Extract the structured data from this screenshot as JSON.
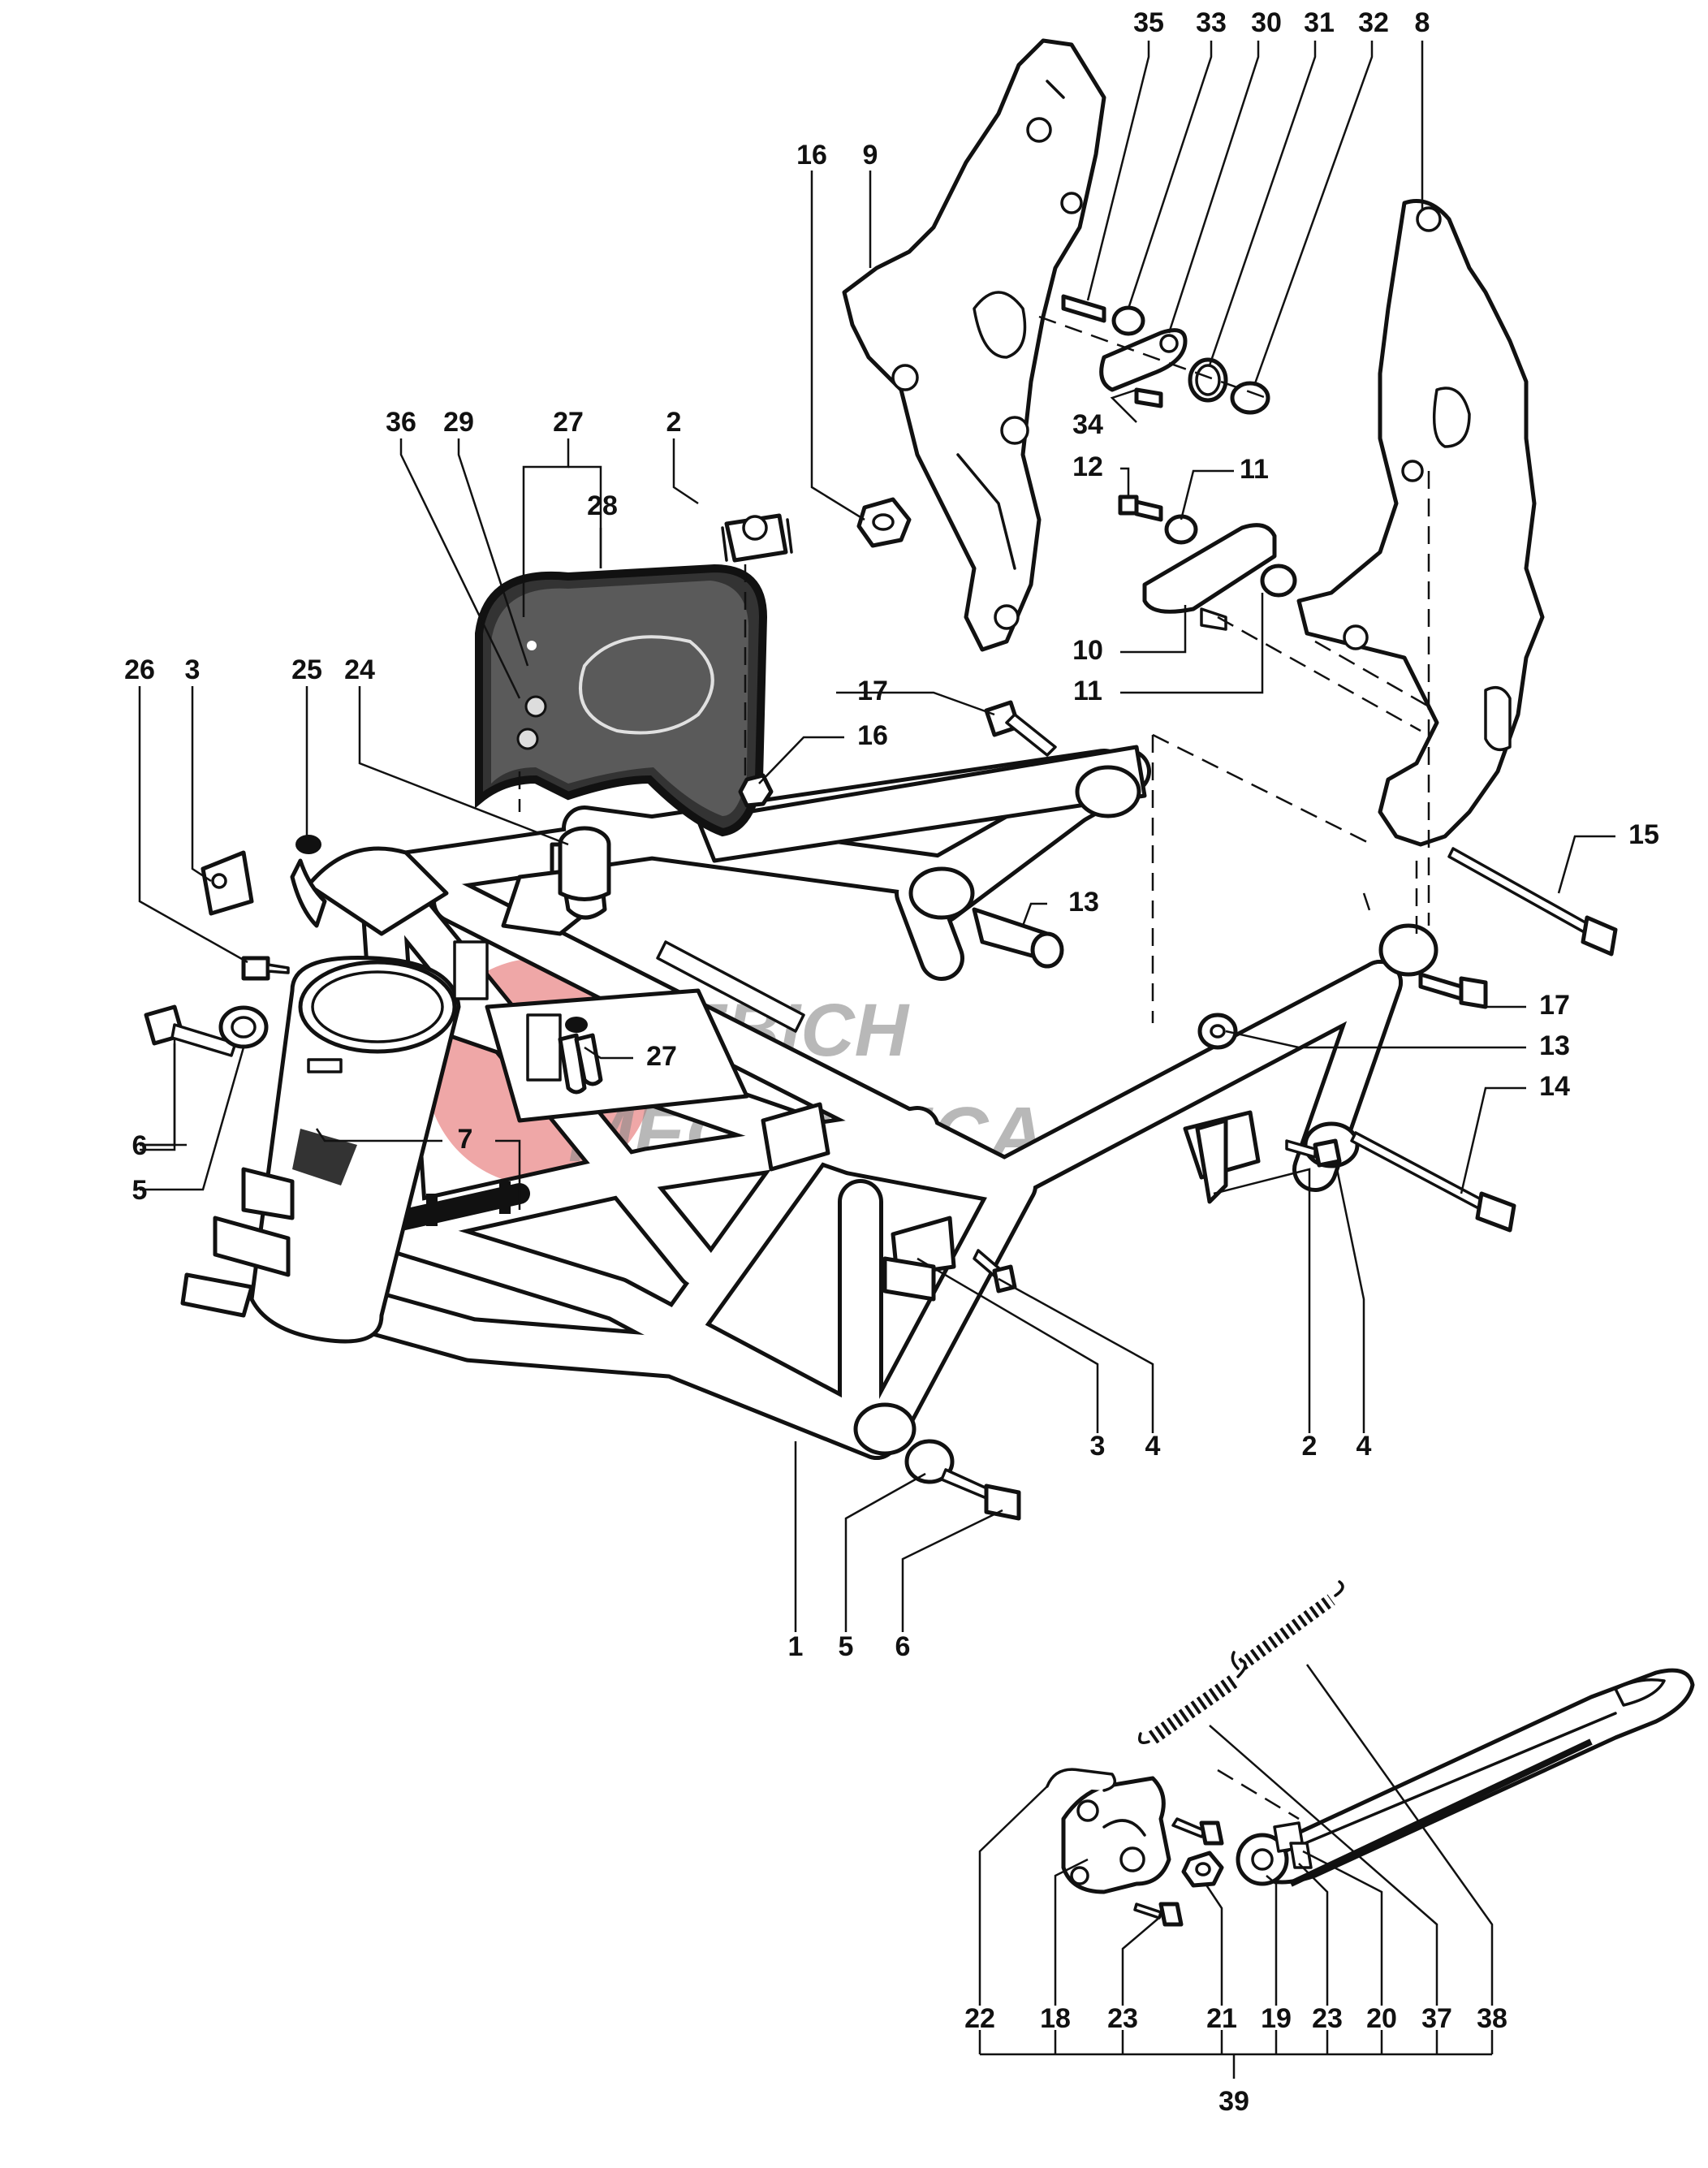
{
  "diagram": {
    "watermark": {
      "line1": "KREBICH",
      "line2": "MECCANICA",
      "disc_color": "#e98a8a"
    },
    "callouts": [
      {
        "id": "c35",
        "text": "35"
      },
      {
        "id": "c33",
        "text": "33"
      },
      {
        "id": "c30",
        "text": "30"
      },
      {
        "id": "c31",
        "text": "31"
      },
      {
        "id": "c32",
        "text": "32"
      },
      {
        "id": "c8",
        "text": "8"
      },
      {
        "id": "c16a",
        "text": "16"
      },
      {
        "id": "c9",
        "text": "9"
      },
      {
        "id": "c34",
        "text": "34"
      },
      {
        "id": "c12",
        "text": "12"
      },
      {
        "id": "c11a",
        "text": "11"
      },
      {
        "id": "c10",
        "text": "10"
      },
      {
        "id": "c11b",
        "text": "11"
      },
      {
        "id": "c36",
        "text": "36"
      },
      {
        "id": "c29",
        "text": "29"
      },
      {
        "id": "c27a",
        "text": "27"
      },
      {
        "id": "c28",
        "text": "28"
      },
      {
        "id": "c2a",
        "text": "2"
      },
      {
        "id": "c17a",
        "text": "17"
      },
      {
        "id": "c16b",
        "text": "16"
      },
      {
        "id": "c26",
        "text": "26"
      },
      {
        "id": "c3a",
        "text": "3"
      },
      {
        "id": "c25",
        "text": "25"
      },
      {
        "id": "c24",
        "text": "24"
      },
      {
        "id": "c15",
        "text": "15"
      },
      {
        "id": "c13a",
        "text": "13"
      },
      {
        "id": "c17b",
        "text": "17"
      },
      {
        "id": "c13b",
        "text": "13"
      },
      {
        "id": "c14",
        "text": "14"
      },
      {
        "id": "c27b",
        "text": "27"
      },
      {
        "id": "c6a",
        "text": "6"
      },
      {
        "id": "c5a",
        "text": "5"
      },
      {
        "id": "c7",
        "text": "7"
      },
      {
        "id": "c3b",
        "text": "3"
      },
      {
        "id": "c4a",
        "text": "4"
      },
      {
        "id": "c2b",
        "text": "2"
      },
      {
        "id": "c4b",
        "text": "4"
      },
      {
        "id": "c1",
        "text": "1"
      },
      {
        "id": "c5b",
        "text": "5"
      },
      {
        "id": "c6b",
        "text": "6"
      },
      {
        "id": "c22",
        "text": "22"
      },
      {
        "id": "c18",
        "text": "18"
      },
      {
        "id": "c23a",
        "text": "23"
      },
      {
        "id": "c21",
        "text": "21"
      },
      {
        "id": "c19",
        "text": "19"
      },
      {
        "id": "c23b",
        "text": "23"
      },
      {
        "id": "c20",
        "text": "20"
      },
      {
        "id": "c37",
        "text": "37"
      },
      {
        "id": "c38",
        "text": "38"
      },
      {
        "id": "c39",
        "text": "39"
      }
    ]
  }
}
